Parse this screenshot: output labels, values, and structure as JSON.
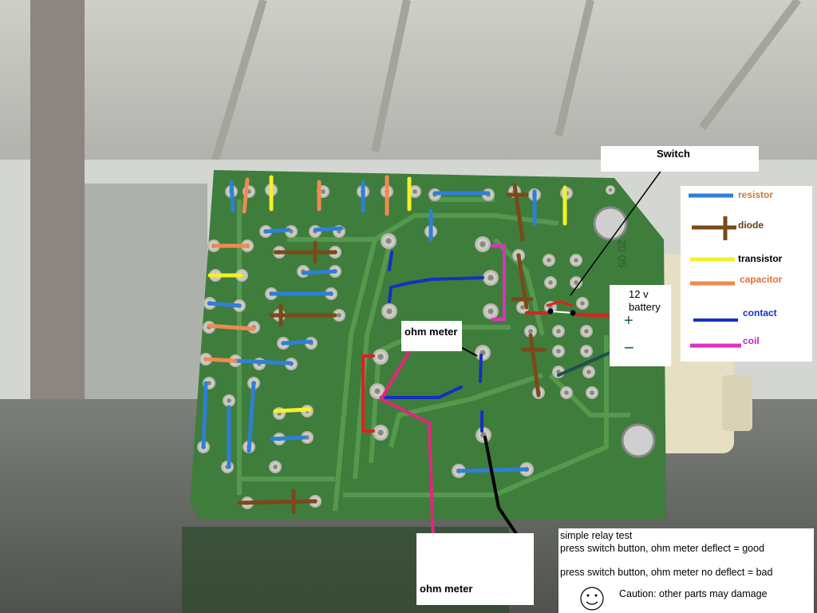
{
  "labels": {
    "switch": "Switch",
    "battery": "12 v battery",
    "battery_plus": "+",
    "battery_minus": "−",
    "ohm_meter_top": "ohm meter",
    "ohm_meter_bottom": "ohm meter"
  },
  "legend": [
    {
      "name": "resistor",
      "color": "#2f7fd6",
      "text_color": "#c87a3a",
      "icon": "line"
    },
    {
      "name": "diode",
      "color": "#7a4a1a",
      "text_color": "#6a3a10",
      "icon": "cross"
    },
    {
      "name": "transistor",
      "color": "#f4f02a",
      "text_color": "#000000",
      "icon": "line"
    },
    {
      "name": "capacitor",
      "color": "#f08a50",
      "text_color": "#e07030",
      "icon": "line"
    },
    {
      "name": "contact",
      "color": "#1530c0",
      "text_color": "#1530c0",
      "icon": "line"
    },
    {
      "name": "coil",
      "color": "#e030c0",
      "text_color": "#c020c0",
      "icon": "line"
    }
  ],
  "note": {
    "title": "simple relay test",
    "good": "press switch button, ohm meter deflect = good",
    "bad": "press switch button, ohm meter no deflect = bad",
    "caution": "Caution: other parts may damage"
  },
  "colors": {
    "board": "#3f7d3c",
    "trace": "#4a8d45",
    "pad": "#c9c9c0",
    "ohm_lead_pink": "#e0287a",
    "ohm_lead_black": "#000000",
    "switch_red": "#e02020",
    "battery_lead": "#1f5050"
  }
}
